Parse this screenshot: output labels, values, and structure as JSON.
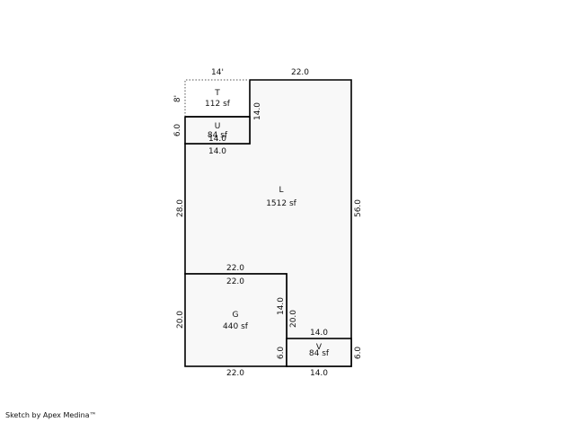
{
  "sketch": {
    "areas": {
      "T": {
        "label": "T",
        "area": "112 sf"
      },
      "U": {
        "label": "U",
        "area": "84 sf"
      },
      "L": {
        "label": "L",
        "area": "1512 sf"
      },
      "G": {
        "label": "G",
        "area": "440 sf"
      },
      "V": {
        "label": "V",
        "area": "84 sf"
      }
    },
    "dimensions": {
      "t_top": "14'",
      "t_left": "8'",
      "l_top": "22.0",
      "u_right": "14.0",
      "u_left": "6.0",
      "u_bottom_inner": "14.0",
      "u_bottom_outer": "14.0",
      "l_left": "28.0",
      "l_right": "56.0",
      "g_top_outer": "22.0",
      "g_top_inner": "22.0",
      "g_left": "20.0",
      "g_right_upper": "14.0",
      "g_right_lower": "6.0",
      "v_left": "20.0",
      "v_top": "14.0",
      "v_right": "6.0",
      "g_bottom": "22.0",
      "v_bottom": "14.0"
    }
  },
  "footer": {
    "text": "Sketch by Apex Medina™"
  }
}
